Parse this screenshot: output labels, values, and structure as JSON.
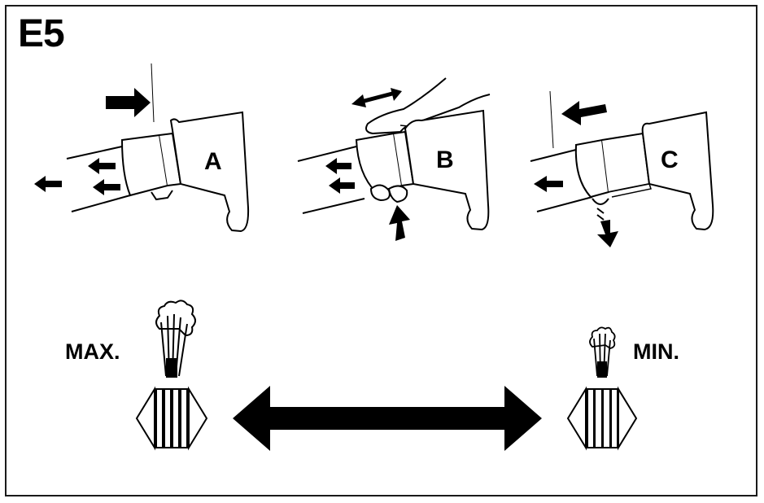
{
  "figure": {
    "title": "E5",
    "steps": [
      {
        "label": "A"
      },
      {
        "label": "B"
      },
      {
        "label": "C"
      }
    ],
    "scale": {
      "max_label": "MAX.",
      "min_label": "MIN."
    }
  }
}
